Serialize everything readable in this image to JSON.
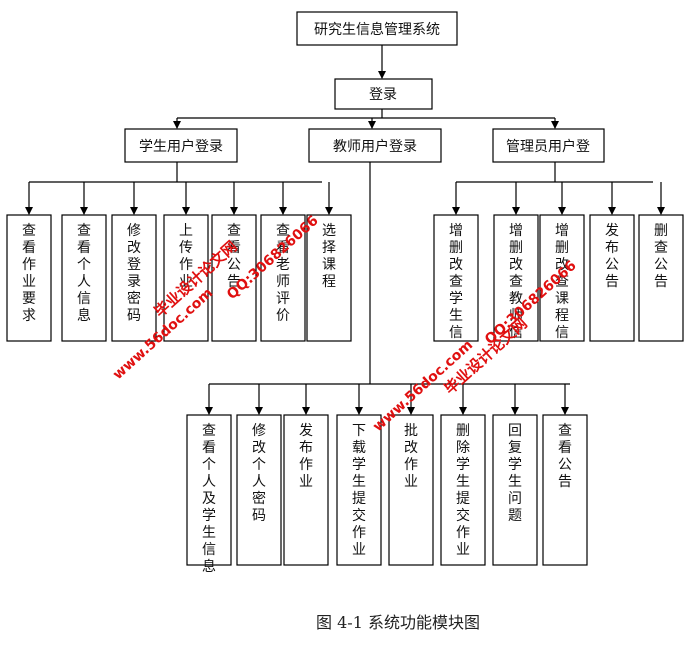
{
  "caption": "图 4-1 系统功能模块图",
  "root": "研究生信息管理系统",
  "login": "登录",
  "roles": {
    "student": "学生用户登录",
    "teacher": "教师用户登录",
    "admin": "管理员用户登"
  },
  "student_modules": [
    "查看作业要求",
    "查看个人信息",
    "修改登录密码",
    "上传作业",
    "查看公告",
    "查看老师评价",
    "选择课程"
  ],
  "admin_modules": [
    "增删改查学生信",
    "增删改查教师信",
    "增删改查课程信",
    "发布公告",
    "删查公告"
  ],
  "teacher_modules": [
    "查看个人及学生信息",
    "修改个人密码",
    "发布作业",
    "下载学生提交作业",
    "批改作业",
    "删除学生提交作业",
    "回复学生问题",
    "查看公告"
  ],
  "watermarks": [
    "毕业设计论文网",
    "www.56doc.com",
    "QQ:306826066"
  ]
}
